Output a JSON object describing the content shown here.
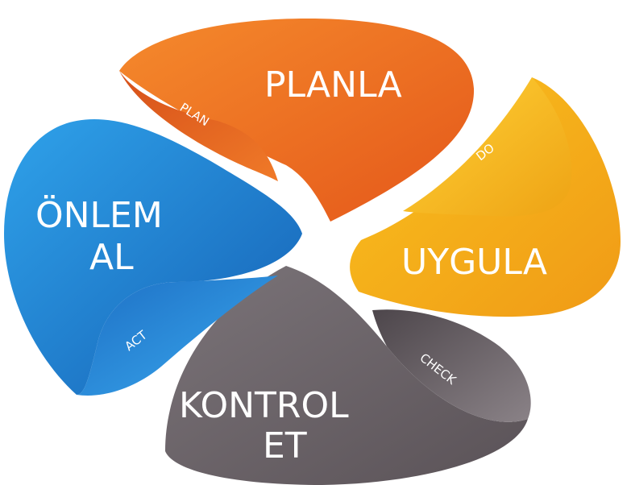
{
  "segments": [
    {
      "id": "plan",
      "title": "PLANLA",
      "subtitle": "PLAN",
      "color": "#ee6a1c"
    },
    {
      "id": "do",
      "title": "UYGULA",
      "subtitle": "DO",
      "color": "#f4a81c"
    },
    {
      "id": "check",
      "title_lines": [
        "KONTROL",
        "ET"
      ],
      "subtitle": "CHECK",
      "color": "#6b6368"
    },
    {
      "id": "act",
      "title_lines": [
        "ÖNLEM",
        "AL"
      ],
      "subtitle": "ACT",
      "color": "#1f7fd0"
    }
  ]
}
